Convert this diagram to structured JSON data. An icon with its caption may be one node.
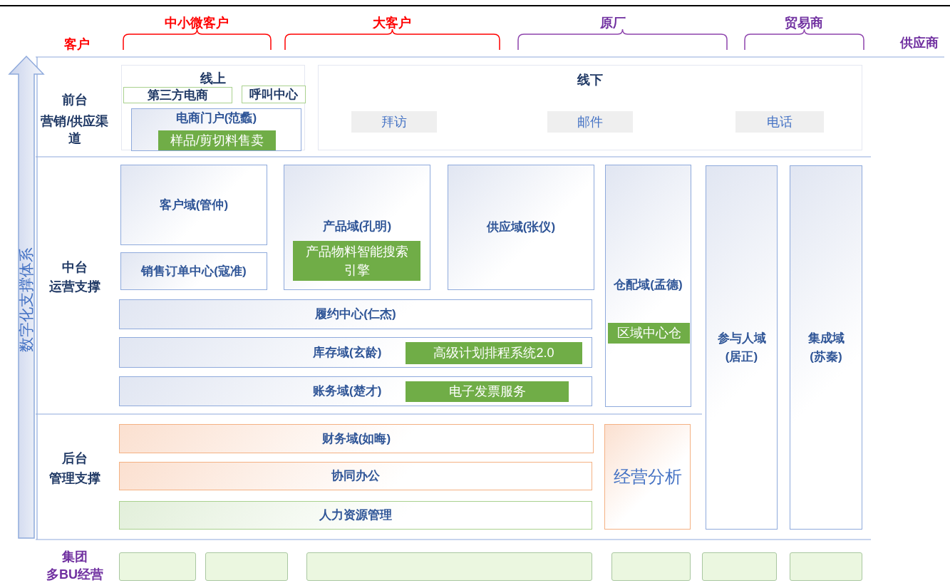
{
  "diagram": {
    "nodes": [
      {
        "text": [
          "线上"
        ]
      },
      {
        "text": [
          "第三方电商"
        ],
        "in": 0
      },
      {
        "text": [
          "呼叫中心"
        ],
        "in": 0
      },
      {
        "text": [
          "电商门户(范蠡)"
        ],
        "in": 0
      },
      {
        "text": [
          "样品/剪切料售卖"
        ],
        "in": 3
      },
      {
        "text": [
          "线下"
        ]
      },
      {
        "text": [
          "拜访"
        ],
        "in": 5
      },
      {
        "text": [
          "邮件"
        ],
        "in": 5
      },
      {
        "text": [
          "电话"
        ],
        "in": 5
      },
      {
        "text": [
          "客户域(管仲)"
        ]
      },
      {
        "text": [
          "销售订单中心(寇准)"
        ]
      },
      {
        "text": [
          "产品域(孔明)"
        ]
      },
      {
        "text": [
          "产品物料智能搜索引擎"
        ],
        "in": 11
      },
      {
        "text": [
          "供应域(张仪)"
        ]
      },
      {
        "text": [
          "仓配域(孟德)"
        ]
      },
      {
        "text": [
          "区域中心仓"
        ],
        "in": 14
      },
      {
        "text": [
          "履约中心(仁杰)"
        ]
      },
      {
        "text": [
          "库存域(玄龄)"
        ]
      },
      {
        "text": [
          "高级计划排程系统2.0"
        ],
        "in": 17
      },
      {
        "text": [
          "账务域(楚才)"
        ]
      },
      {
        "text": [
          "电子发票服务"
        ],
        "in": 19
      },
      {
        "text": [
          "参与人域(居正)"
        ]
      },
      {
        "text": [
          "集成域(苏秦)"
        ]
      },
      {
        "text": [
          "财务域(如晦)"
        ]
      },
      {
        "text": [
          "协同办公"
        ]
      },
      {
        "text": [
          "人力资源管理"
        ]
      },
      {
        "text": [
          "经营分析"
        ]
      },
      {
        "text": [],
        "shape": "box"
      },
      {
        "text": [],
        "shape": "box"
      },
      {
        "text": [],
        "shape": "box"
      },
      {
        "text": [],
        "shape": "box"
      },
      {
        "text": [],
        "shape": "box"
      },
      {
        "text": [],
        "shape": "box"
      }
    ],
    "labels": [
      "客户",
      "中小微客户",
      "大客户",
      "原厂",
      "贸易商",
      "供应商",
      "前台",
      "营销/供应渠道",
      "中台",
      "运营支撑",
      "后台",
      "管理支撑",
      "数字化支撑体系",
      "集团",
      "多BU经营"
    ]
  }
}
